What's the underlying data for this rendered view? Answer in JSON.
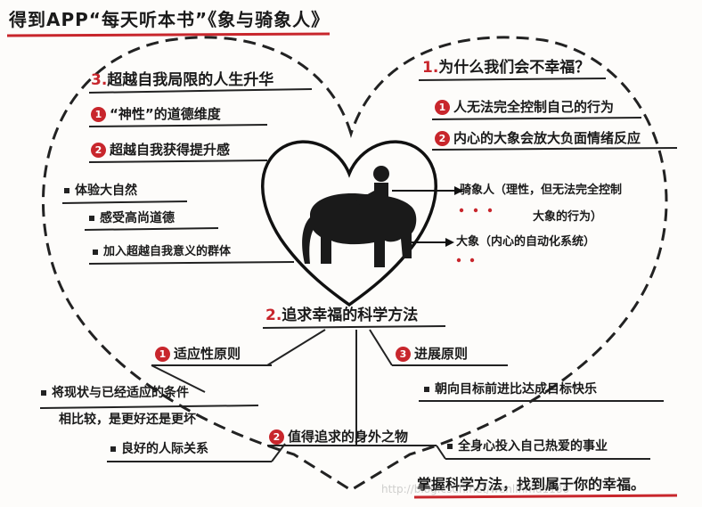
{
  "title": "得到APP“每天听本书”《象与骑象人》",
  "right_top": {
    "heading_num": "1.",
    "heading": "为什么我们会不幸福？",
    "items": [
      {
        "num": "1",
        "text": "人无法完全控制自己的行为"
      },
      {
        "num": "2",
        "text": "内心的大象会放大负面情绪反应"
      }
    ]
  },
  "left_top": {
    "heading_num": "3.",
    "heading": "超越自我局限的人生升华",
    "items": [
      {
        "num": "1",
        "text": "“神性”的道德维度"
      },
      {
        "num": "2",
        "text": "超越自我获得提升感"
      }
    ],
    "bullets": [
      "体验大自然",
      "感受高尚道德",
      "加入超越自我意义的群体"
    ]
  },
  "heart_labels": {
    "rider": "骑象人（理性，但无法完全控制",
    "rider_line2": "大象的行为）",
    "elephant": "大象（内心的自动化系统）"
  },
  "center": {
    "heading_num": "2.",
    "heading": "追求幸福的科学方法",
    "left_item": {
      "num": "1",
      "text": "适应性原则"
    },
    "left_bullets": [
      "将现状与已经适应的条件",
      "相比较，是更好还是更坏"
    ],
    "left_bullet2": "良好的人际关系",
    "right_item": {
      "num": "3",
      "text": "进展原则"
    },
    "right_bullet": "朝向目标前进比达成目标快乐",
    "middle_item": {
      "num": "2",
      "text": "值得追求的身外之物"
    },
    "middle_bullet": "全身心投入自己热爱的事业"
  },
  "footer": "掌握科学方法，找到属于你的幸福。",
  "watermark": "http://blog.csdn.net/wenlinmu1186"
}
